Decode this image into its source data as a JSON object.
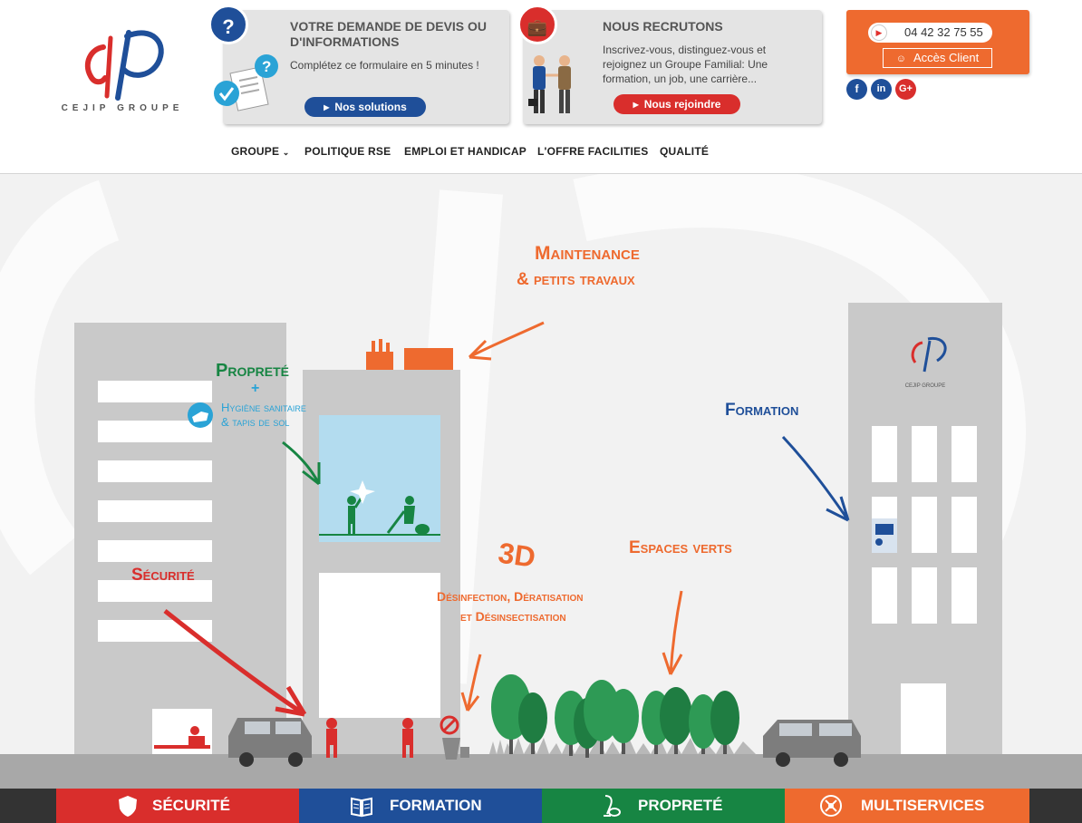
{
  "logo": {
    "wordmark": "CEJIP GROUPE"
  },
  "devis": {
    "badge": "?",
    "title": "VOTRE DEMANDE DE DEVIS OU D'INFORMATIONS",
    "text": "Complétez ce formulaire en 5 minutes !",
    "button": "Nos solutions"
  },
  "recrutement": {
    "title": "NOUS RECRUTONS",
    "text": "Inscrivez-vous, distinguez-vous et rejoignez un Groupe Familial: Une formation, un job, une carrière...",
    "button": "Nous rejoindre"
  },
  "contact": {
    "phone": "04 42 32 75 55",
    "client_access": "Accès Client"
  },
  "social": [
    "f",
    "in",
    "G+"
  ],
  "nav": [
    {
      "label": "GROUPE"
    },
    {
      "label": "POLITIQUE RSE"
    },
    {
      "label": "EMPLOI ET HANDICAP"
    },
    {
      "label": "L'OFFRE FACILITIES"
    },
    {
      "label": "QUALITÉ"
    }
  ],
  "hero": {
    "maintenance": [
      "Maintenance",
      "& petits travaux"
    ],
    "proprete": "Propreté",
    "plus": "+",
    "hygiene": [
      "Hygiène sanitaire",
      "& tapis de sol"
    ],
    "formation": "Formation",
    "securite": "Sécurité",
    "trois_d": "3D",
    "desinfection": [
      "Désinfection, Dératisation",
      "et Désinsectisation"
    ],
    "espaces_verts": "Espaces verts",
    "building_logo": "CEJIP GROUPE"
  },
  "bottom_tiles": [
    {
      "label": "SÉCURITÉ",
      "color": "#d92e2c",
      "icon": "shield-icon"
    },
    {
      "label": "FORMATION",
      "color": "#1f4f99",
      "icon": "book-icon"
    },
    {
      "label": "PROPRETÉ",
      "color": "#178543",
      "icon": "vacuum-icon"
    },
    {
      "label": "MULTISERVICES",
      "color": "#ee6a2f",
      "icon": "tools-icon"
    }
  ],
  "colors": {
    "red": "#d92e2c",
    "blue": "#1f4f99",
    "green": "#178543",
    "orange": "#ee6a2f",
    "grey_building": "#c8c8c8"
  }
}
